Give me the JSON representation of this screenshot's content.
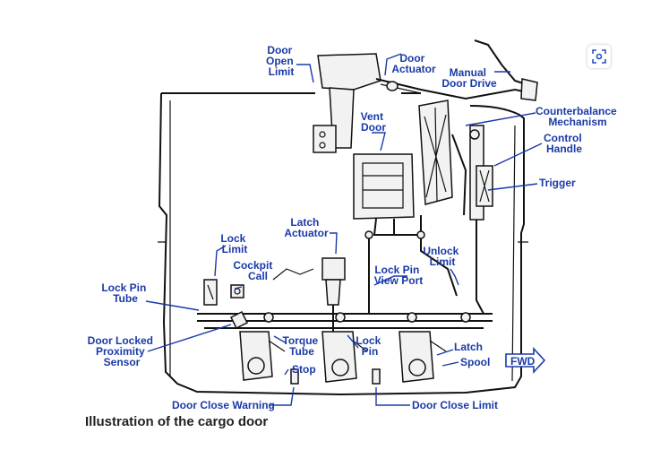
{
  "caption": "Illustration of the cargo door",
  "fwd_badge": "FWD",
  "labels": {
    "door_open_limit": [
      "Door",
      "Open",
      "Limit"
    ],
    "door_actuator": [
      "Door",
      "Actuator"
    ],
    "manual_door_drive": [
      "Manual",
      "Door Drive"
    ],
    "counterbalance": [
      "Counterbalance",
      "Mechanism"
    ],
    "control_handle": [
      "Control",
      "Handle"
    ],
    "vent_door": [
      "Vent",
      "Door"
    ],
    "trigger": [
      "Trigger"
    ],
    "latch_actuator": [
      "Latch",
      "Actuator"
    ],
    "lock_limit": [
      "Lock",
      "Limit"
    ],
    "unlock_limit": [
      "Unlock",
      "Limit"
    ],
    "cockpit_call": [
      "Cockpit",
      "Call"
    ],
    "lock_pin_view_port": [
      "Lock Pin",
      "View Port"
    ],
    "lock_pin_tube": [
      "Lock Pin",
      "Tube"
    ],
    "door_locked_sensor": [
      "Door Locked",
      "Proximity",
      "Sensor"
    ],
    "torque_tube": [
      "Torque",
      "Tube"
    ],
    "lock_pin": [
      "Lock",
      "Pin"
    ],
    "latch": [
      "Latch"
    ],
    "spool": [
      "Spool"
    ],
    "stop": [
      "Stop"
    ],
    "door_close_warning": [
      "Door Close Warning"
    ],
    "door_close_limit": [
      "Door Close Limit"
    ]
  },
  "colors": {
    "label": "#1a3aa8",
    "mechanism": "#111111"
  },
  "icons": {
    "zoom": "scan-zoom-icon",
    "fwd_arrow": "fwd-arrow-icon"
  }
}
